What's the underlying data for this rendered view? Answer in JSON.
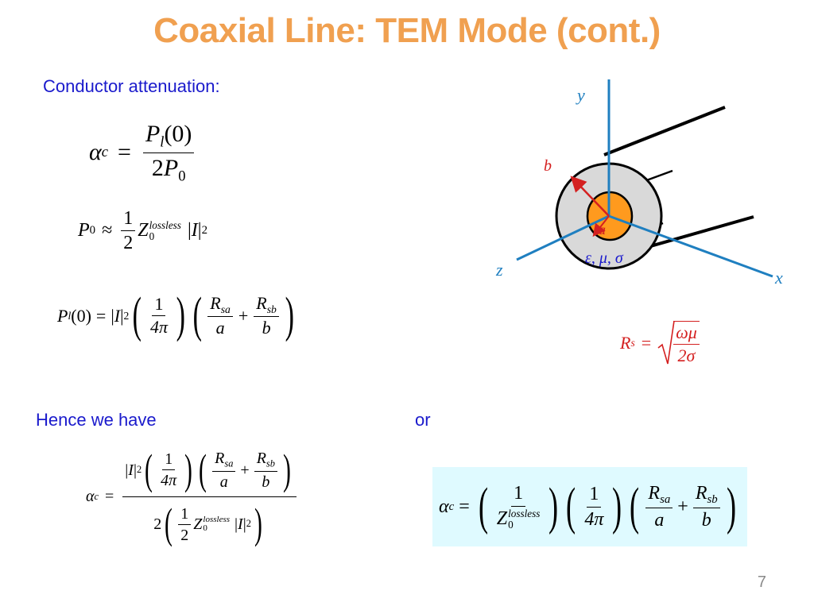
{
  "slide": {
    "title": "Coaxial Line: TEM Mode (cont.)",
    "conductor_label": "Conductor attenuation:",
    "hence_label": "Hence we have",
    "or_label": "or",
    "page_number": "7"
  },
  "diagram": {
    "axis_y": "y",
    "axis_z": "z",
    "axis_x": "x",
    "label_b": "b",
    "label_a": "a",
    "material": "ε, μ, σ"
  },
  "eq": {
    "alpha": "α",
    "c": "c",
    "P": "P",
    "l": "l",
    "zero_arg": "(0)",
    "two": "2",
    "zero": "0",
    "one": "1",
    "approx": "≈",
    "equals": "=",
    "plus": "+",
    "Z": "Z",
    "lossless": "lossless",
    "I": "I",
    "sq": "2",
    "four_pi": "4π",
    "R": "R",
    "sa": "sa",
    "sb": "sb",
    "a": "a",
    "b": "b",
    "Rs": "R",
    "s": "s",
    "omega_mu": "ωμ",
    "two_sigma": "2σ"
  },
  "colors": {
    "title": "#F0A050",
    "label": "#1A1ACC",
    "axis": "#1F7FC0",
    "red": "#D42020",
    "inner_conductor": "#FF9A1E",
    "dielectric": "#D9D9D9",
    "highlight_box": "#DFFAFF"
  }
}
